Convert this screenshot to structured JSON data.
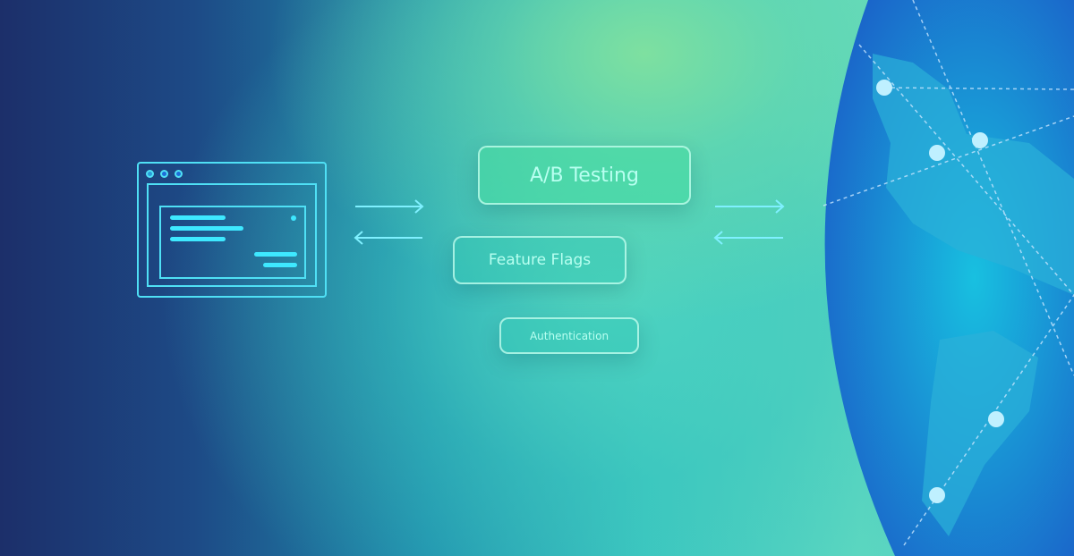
{
  "diagram": {
    "services": [
      {
        "label": "A/B Testing"
      },
      {
        "label": "Feature Flags"
      },
      {
        "label": "Authentication"
      }
    ],
    "colors": {
      "accent": "#4fe0f5",
      "pill_text": "#b8fff0",
      "globe": "#14a6d8"
    },
    "icons": [
      "browser-window-icon",
      "arrow-right-icon",
      "arrow-left-icon",
      "globe-icon"
    ]
  }
}
